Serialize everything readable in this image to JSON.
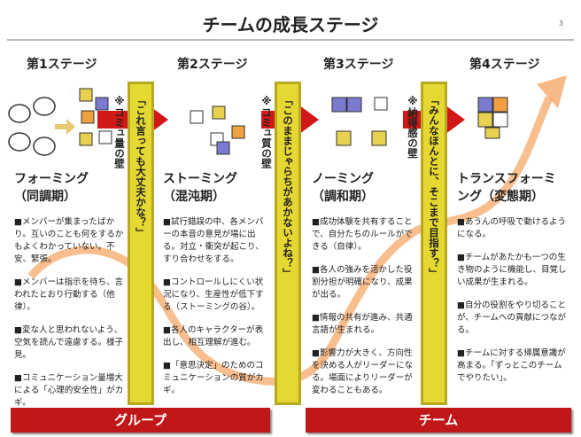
{
  "title": "チームの成長ステージ",
  "page_number": "3",
  "stages": [
    {
      "header": "第1ステージ",
      "name": "フォーミング",
      "period": "（同調期）",
      "items": [
        "■メンバーが集まったばかり。互いのことも何をするかもよくわかっていない。不安、緊張。",
        "■メンバーは指示を待ち、言われたとおり行動する（他律）。",
        "■変な人と思われないよう、空気を読んで遠慮する。様子見。",
        "■コミュニケーション量増大による「心理的安全性」がカギ。"
      ]
    },
    {
      "header": "第2ステージ",
      "name": "ストーミング",
      "period": "（混沌期）",
      "items": [
        "■試行錯誤の中、各メンバーの本音の意見が場に出る。対立・衝突が起こり、すり合わせをする。",
        "■コントロールしにくい状況になり、生産性が低下する（ストーミングの谷）。",
        "■各人のキャラクターが表出し、相互理解が進む。",
        "■「意思決定」のためのコミュニケーションの質がカギ。"
      ]
    },
    {
      "header": "第3ステージ",
      "name": "ノーミング",
      "period": "（調和期）",
      "items": [
        "■成功体験を共有することで、自分たちのルールができる（自律）。",
        "■各人の強みを活かした役割分担が明確になり、成果が出る。",
        "■情報の共有が進み、共通言語が生まれる。",
        "■影響力が大きく、方向性を決める人がリーダーになる。場面によりリーダーが変わることもある。"
      ]
    },
    {
      "header": "第4ステージ",
      "name": "トランスフォーミング",
      "period": "（変態期）",
      "items": [
        "■あうんの呼吸で動けるようになる。",
        "■チームがあたかも一つの生き物のように機能し、目覚しい成果が生まれる。",
        "■自分の役割をやり切ることが、チームへの貢献につながる。",
        "■チームに対する帰属意識が高まる。「ずっとこのチームでやりたい」。"
      ]
    }
  ],
  "walls": [
    {
      "quote": "「これ言っても大丈夫かな？」",
      "note": "※コミュ量の壁"
    },
    {
      "quote": "「このままじゃらちがあかないよね？」",
      "note": "※コミュ質の壁"
    },
    {
      "quote": "「みんなほんとに、そこまで目指す？」",
      "note": "※納得感の壁"
    }
  ],
  "bars": {
    "group": "グループ",
    "team": "チーム"
  },
  "colors": {
    "bar": "#c01818",
    "pillar": "#e6d832",
    "curve": "#f5a868",
    "arrow": "#d01818"
  }
}
